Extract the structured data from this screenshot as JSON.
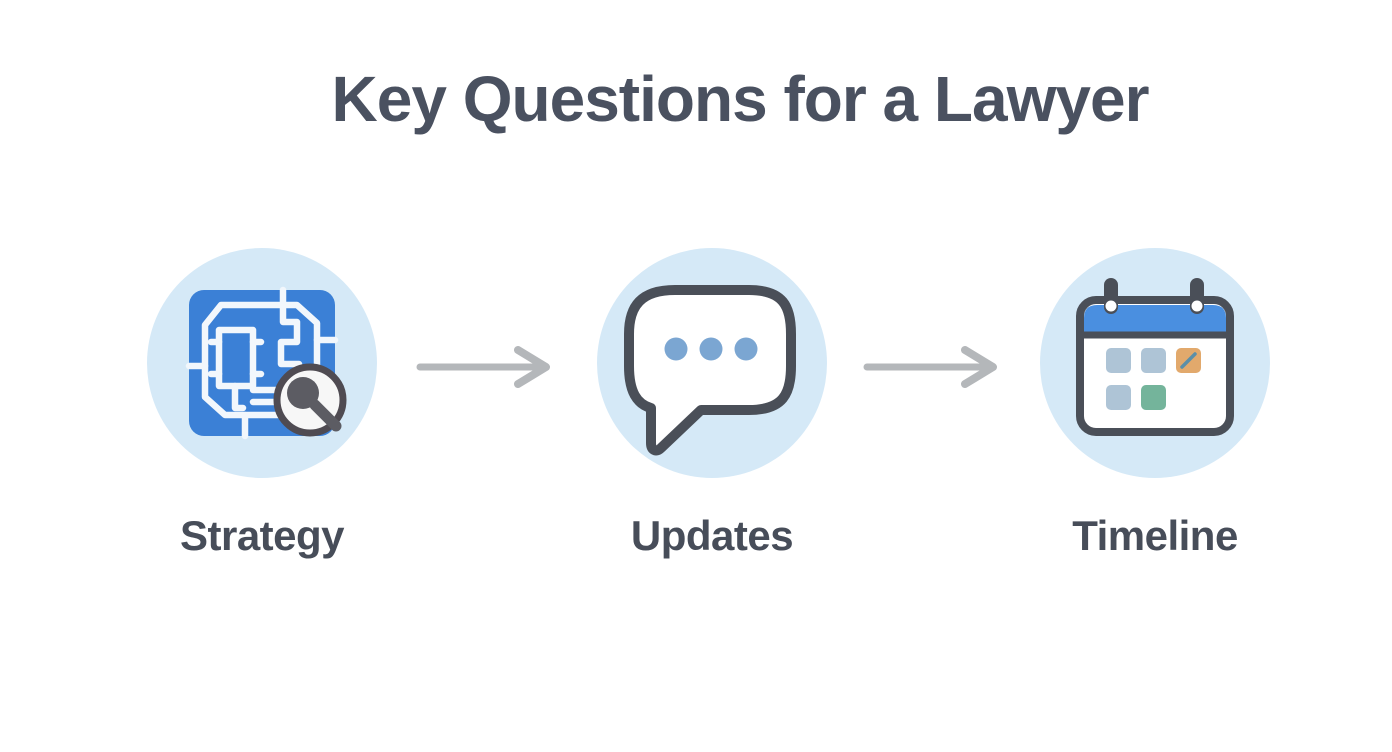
{
  "title": "Key Questions for a Lawyer",
  "steps": [
    {
      "label": "Strategy",
      "icon": "blueprint-magnifier-icon"
    },
    {
      "label": "Updates",
      "icon": "speech-bubble-icon"
    },
    {
      "label": "Timeline",
      "icon": "calendar-icon"
    }
  ],
  "connectors": [
    {
      "icon": "arrow-right-icon"
    },
    {
      "icon": "arrow-right-icon"
    }
  ],
  "colors": {
    "page_bg": "#ffffff",
    "title_text": "#4a5160",
    "label_text": "#474d59",
    "circle_bg": "#d5e9f7",
    "arrow_gray": "#b4b7ba",
    "outline_dark": "#4a4f58",
    "blueprint_blue": "#3b80d6",
    "blueprint_lines": "#f2f7fc",
    "dot_blue": "#7ba6d2",
    "bubble_fill": "#ffffff",
    "calendar_header": "#4a8fe0",
    "cal_square_gray": "#aec4d6",
    "cal_square_green": "#74b49b",
    "cal_square_orange": "#e2a96c",
    "cal_check": "#5b8fa8",
    "magnifier_ring": "#4f4b52",
    "magnifier_lens": "#5c5c63",
    "magnifier_fill": "#f7f7f7"
  }
}
